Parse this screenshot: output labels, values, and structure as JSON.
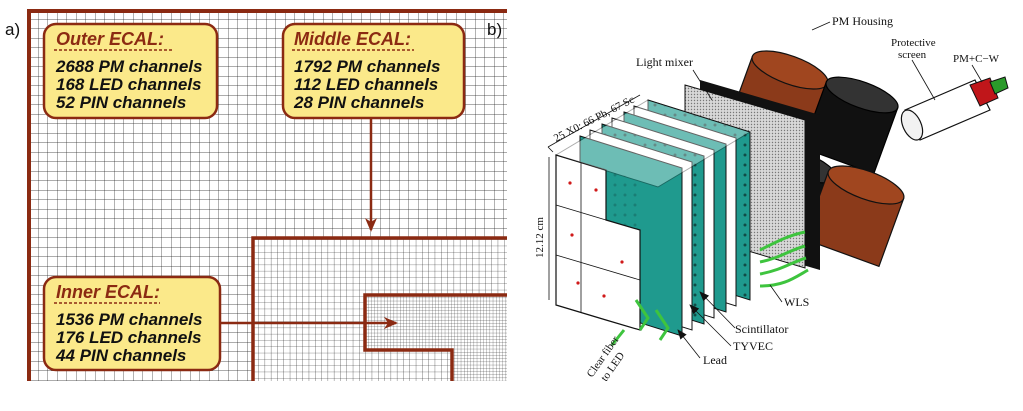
{
  "panel_a": {
    "letter": "a)",
    "outer": {
      "title": "Outer ECAL:",
      "lines": [
        "2688 PM channels",
        "168 LED channels",
        "52 PIN channels"
      ]
    },
    "middle": {
      "title": "Middle ECAL:",
      "lines": [
        "1792 PM channels",
        "112 LED channels",
        "28 PIN channels"
      ]
    },
    "inner": {
      "title": "Inner ECAL:",
      "lines": [
        "1536 PM channels",
        "176 LED channels",
        "44 PIN channels"
      ]
    },
    "colors": {
      "border": "#8b2a12",
      "box_fill": "#fbe98a",
      "title_text": "#8b2a12"
    }
  },
  "panel_b": {
    "letter": "b)",
    "labels": {
      "pm_housing": "PM Housing",
      "protective_screen_1": "Protective",
      "protective_screen_2": "screen",
      "pm_cw": "PM+C−W",
      "light_mixer": "Light mixer",
      "dimension_top": "25 X0: 66  Pb, 67 Sc",
      "dimension_side": "12.12 cm",
      "wls": "WLS",
      "scintillator": "Scintillator",
      "tyvec": "TYVEC",
      "lead": "Lead",
      "clear_fiber_1": "Clear fiber",
      "clear_fiber_2": "to LED"
    },
    "colors": {
      "pm_tube": "#8b3a1a",
      "pm_tube_dark": "#111111",
      "scintillator": "#1f9a8e",
      "fiber": "#3ec43e"
    }
  }
}
